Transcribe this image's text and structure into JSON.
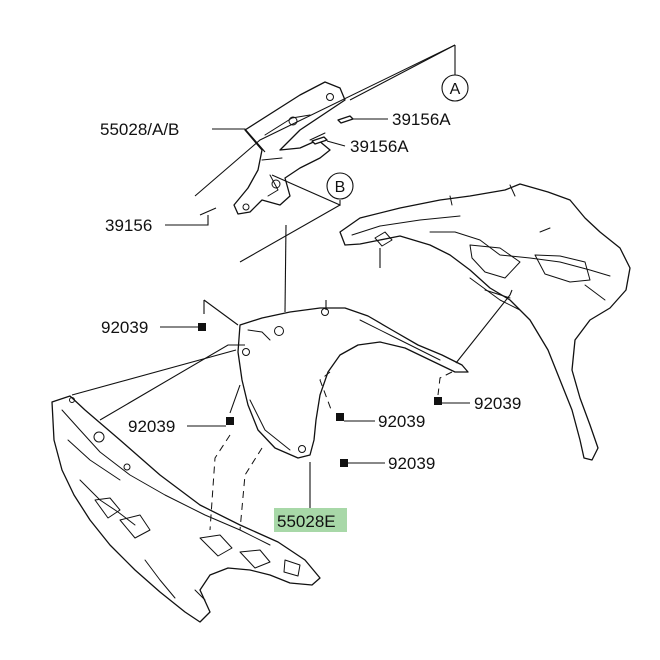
{
  "callouts": {
    "part_55028_ab": "55028/A/B",
    "part_39156a_top": "39156A",
    "part_39156a_mid": "39156A",
    "part_39156": "39156",
    "part_92039_left_upper": "92039",
    "part_92039_left_lower": "92039",
    "part_92039_center": "92039",
    "part_92039_right": "92039",
    "part_92039_bottom": "92039",
    "part_55028e": "55028E"
  },
  "markers": {
    "a": "A",
    "b": "B"
  },
  "colors": {
    "line": "#111111",
    "highlight": "#a8d8a8",
    "background": "#ffffff"
  }
}
